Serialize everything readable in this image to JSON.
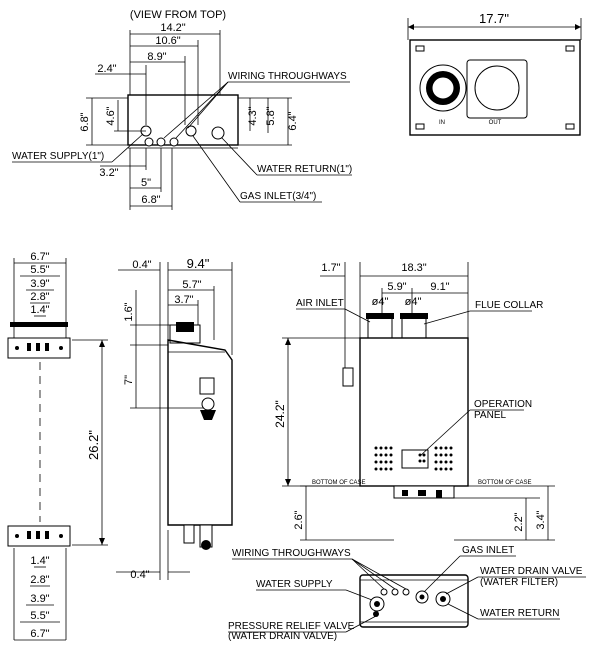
{
  "top_view": {
    "caption": "(VIEW FROM TOP)",
    "dims": {
      "d14_2": "14.2\"",
      "d10_6": "10.6\"",
      "d8_9": "8.9\"",
      "d2_4": "2.4\"",
      "d6_8": "6.8\"",
      "d4_6": "4.6\"",
      "d4_3": "4.3\"",
      "d5_8": "5.8\"",
      "d6_4": "6.4\"",
      "d3_2": "3.2\"",
      "d5": "5\"",
      "d6_8b": "6.8\""
    },
    "labels": {
      "wiring": "WIRING THROUGHWAYS",
      "water_supply": "WATER SUPPLY(1\")",
      "water_return": "WATER RETURN(1\")",
      "gas_inlet": "GAS INLET(3/4\")"
    }
  },
  "rear_view": {
    "width": "17.7\"",
    "left_mark": "IN",
    "right_mark": "OUT"
  },
  "side_view": {
    "dims": {
      "d6_7": "6.7\"",
      "d5_5": "5.5\"",
      "d3_9": "3.9\"",
      "d2_8": "2.8\"",
      "d1_4": "1.4\"",
      "d26_2": "26.2\"",
      "d0_4": "0.4\"",
      "d9_4": "9.4\"",
      "d5_7": "5.7\"",
      "d3_7": "3.7\"",
      "d1_6": "1.6\"",
      "d7": "7\"",
      "d0_4b": "0.4\"",
      "d1_4b": "1.4\"",
      "d2_8b": "2.8\"",
      "d3_9b": "3.9\"",
      "d5_5b": "5.5\"",
      "d6_7b": "6.7\""
    }
  },
  "front_view": {
    "dims": {
      "d1_7": "1.7\"",
      "d18_3": "18.3\"",
      "d5_9": "5.9\"",
      "d9_1": "9.1\"",
      "phi4a": "ø4\"",
      "phi4b": "ø4\"",
      "d24_2": "24.2\"",
      "d2_6": "2.6\"",
      "d2_2": "2.2\"",
      "d3_4": "3.4\""
    },
    "labels": {
      "air_inlet": "AIR INLET",
      "flue_collar": "FLUE COLLAR",
      "operation": "OPERATION",
      "panel": "PANEL",
      "bottom_left": "BOTTOM OF CASE",
      "bottom_right": "BOTTOM OF CASE"
    }
  },
  "bottom_view": {
    "labels": {
      "wiring": "WIRING THROUGHWAYS",
      "gas_inlet": "GAS INLET",
      "water_supply": "WATER SUPPLY",
      "drain_valve": "WATER DRAIN VALVE",
      "water_filter": "(WATER FILTER)",
      "water_return": "WATER RETURN",
      "relief_valve": "PRESSURE RELIEF VALVE",
      "relief_sub": "(WATER DRAIN VALVE)"
    }
  }
}
